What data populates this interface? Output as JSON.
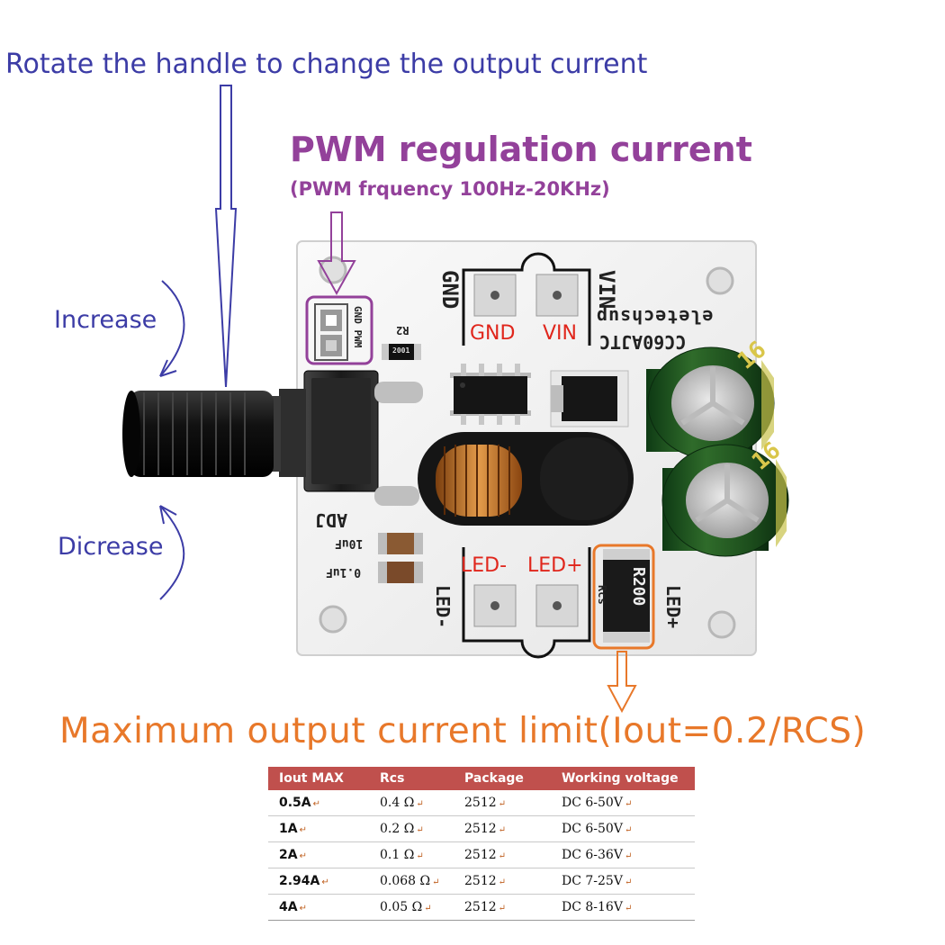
{
  "annotations": {
    "rotate_text": "Rotate the handle to change the output current",
    "pwm_title": "PWM regulation current",
    "pwm_subtitle": "(PWM frquency 100Hz-20KHz)",
    "increase": "Increase",
    "decrease": "Dicrease",
    "max_current": "Maximum output current limit(Iout=0.2/RCS)"
  },
  "board": {
    "label_gnd_red": "GND",
    "label_vin_red": "VIN",
    "label_led_minus_red": "LED-",
    "label_led_plus_red": "LED+",
    "silk_gnd": "GND",
    "silk_vin": "VIN",
    "silk_brand": "eletechsup",
    "silk_model": "CC60AJTC",
    "silk_pwm_header": "GND PWM",
    "silk_r2": "R2",
    "silk_r2_value": "2001",
    "silk_adj": "ADJ",
    "silk_cap1": "10uF",
    "silk_cap2": "0.1uF",
    "silk_led_minus": "LED-",
    "silk_led_plus": "LED+",
    "silk_rcs": "Rcs",
    "resistor_code": "R200",
    "cap_label": "16"
  },
  "colors": {
    "blue_text": "#3c3ca6",
    "purple_text": "#93419a",
    "orange_text": "#e8782a",
    "red_label": "#e0261c",
    "table_header": "#c0504d"
  },
  "table": {
    "headers": [
      "Iout MAX",
      "Rcs",
      "Package",
      "Working voltage"
    ],
    "rows": [
      [
        "0.5A",
        "0.4 Ω",
        "2512",
        "DC 6-50V"
      ],
      [
        "1A",
        "0.2 Ω",
        "2512",
        "DC 6-50V"
      ],
      [
        "2A",
        "0.1 Ω",
        "2512",
        "DC 6-36V"
      ],
      [
        "2.94A",
        "0.068 Ω",
        "2512",
        "DC 7-25V"
      ],
      [
        "4A",
        "0.05 Ω",
        "2512",
        "DC 8-16V"
      ]
    ],
    "return_mark": "↵"
  }
}
